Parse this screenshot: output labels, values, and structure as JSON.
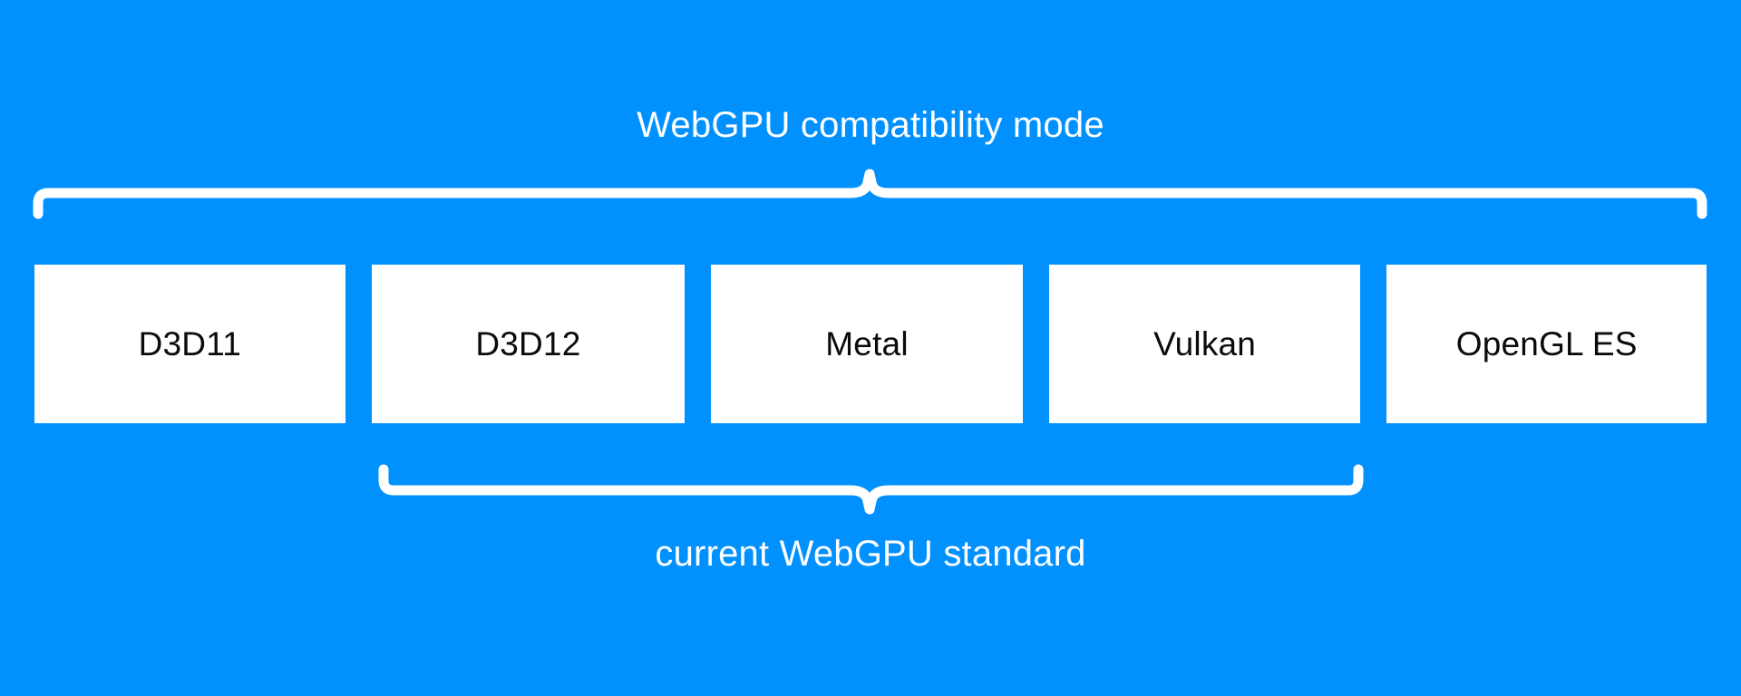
{
  "diagram": {
    "title": "WebGPU compatibility mode",
    "background_color": "#0091FF",
    "box_fill_color": "#FFFFFF",
    "box_text_color": "#0B0B0B",
    "brace_color": "#FFFFFF"
  },
  "top_group": {
    "label": "WebGPU compatibility mode",
    "spans": [
      "D3D11",
      "D3D12",
      "Metal",
      "Vulkan",
      "OpenGL ES"
    ]
  },
  "bottom_group": {
    "label": "current WebGPU standard",
    "spans": [
      "D3D12",
      "Metal",
      "Vulkan"
    ]
  },
  "boxes": [
    {
      "label": "D3D11"
    },
    {
      "label": "D3D12"
    },
    {
      "label": "Metal"
    },
    {
      "label": "Vulkan"
    },
    {
      "label": "OpenGL ES"
    }
  ]
}
